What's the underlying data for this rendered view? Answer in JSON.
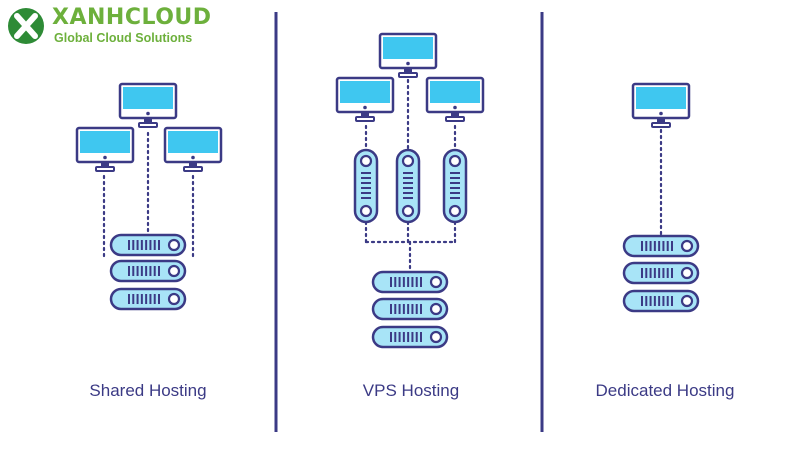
{
  "logo": {
    "name": "XANHCLOUD",
    "tagline": "Global Cloud Solutions",
    "brand_color": "#6db03c"
  },
  "columns": [
    {
      "label": "Shared Hosting",
      "computers": 3,
      "vps_units": 0,
      "servers": 3
    },
    {
      "label": "VPS Hosting",
      "computers": 3,
      "vps_units": 3,
      "servers": 3
    },
    {
      "label": "Dedicated Hosting",
      "computers": 1,
      "vps_units": 0,
      "servers": 3
    }
  ],
  "colors": {
    "outline": "#3b3a85",
    "screen_fill": "#3fc7f0",
    "server_fill": "#a8e4f7",
    "divider": "#3b3a85"
  },
  "icons": [
    "computer-icon",
    "server-icon",
    "vps-icon",
    "logo-x-icon"
  ]
}
